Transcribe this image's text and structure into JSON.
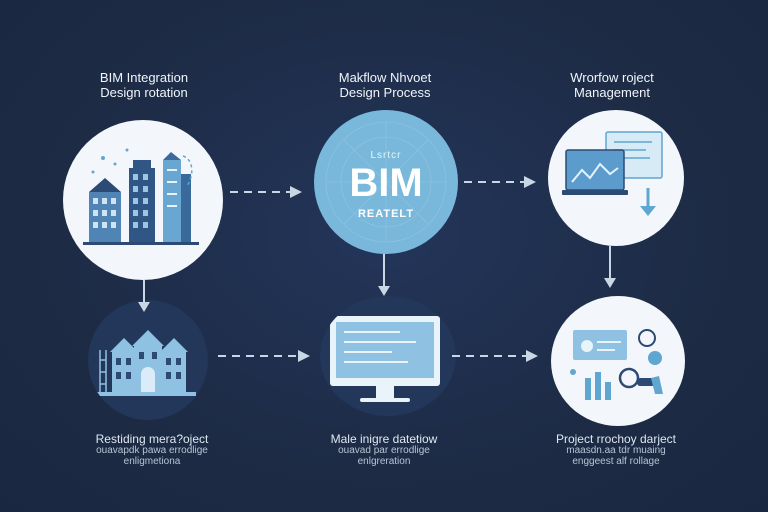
{
  "stages": {
    "top_left": {
      "title": [
        "BIM Integration",
        "Design rotation"
      ]
    },
    "top_center": {
      "title": [
        "Makflow Nhvoet",
        "Design Process"
      ],
      "badge_small": "Lsrtcr",
      "badge_main": "BIM",
      "badge_sub": "REATELT"
    },
    "top_right": {
      "title": [
        "Wrorfow roject",
        "Management"
      ]
    },
    "bottom_left": {
      "caption": [
        "Restiding mera?oject",
        "ouavapdk pawa errodlige",
        "enligmetiona"
      ]
    },
    "bottom_center": {
      "caption": [
        "Male inigre datetiow",
        "ouavad par errodlige",
        "enlgreration"
      ]
    },
    "bottom_right": {
      "caption": [
        "Project rrochoy darject",
        "maasdn.aa tdr muaing",
        "enggeest alf rollage"
      ]
    }
  },
  "colors": {
    "background": "#1d2b45",
    "accent": "#79b8da",
    "light": "#f3f7fb",
    "arrow": "#c9d6e4"
  }
}
